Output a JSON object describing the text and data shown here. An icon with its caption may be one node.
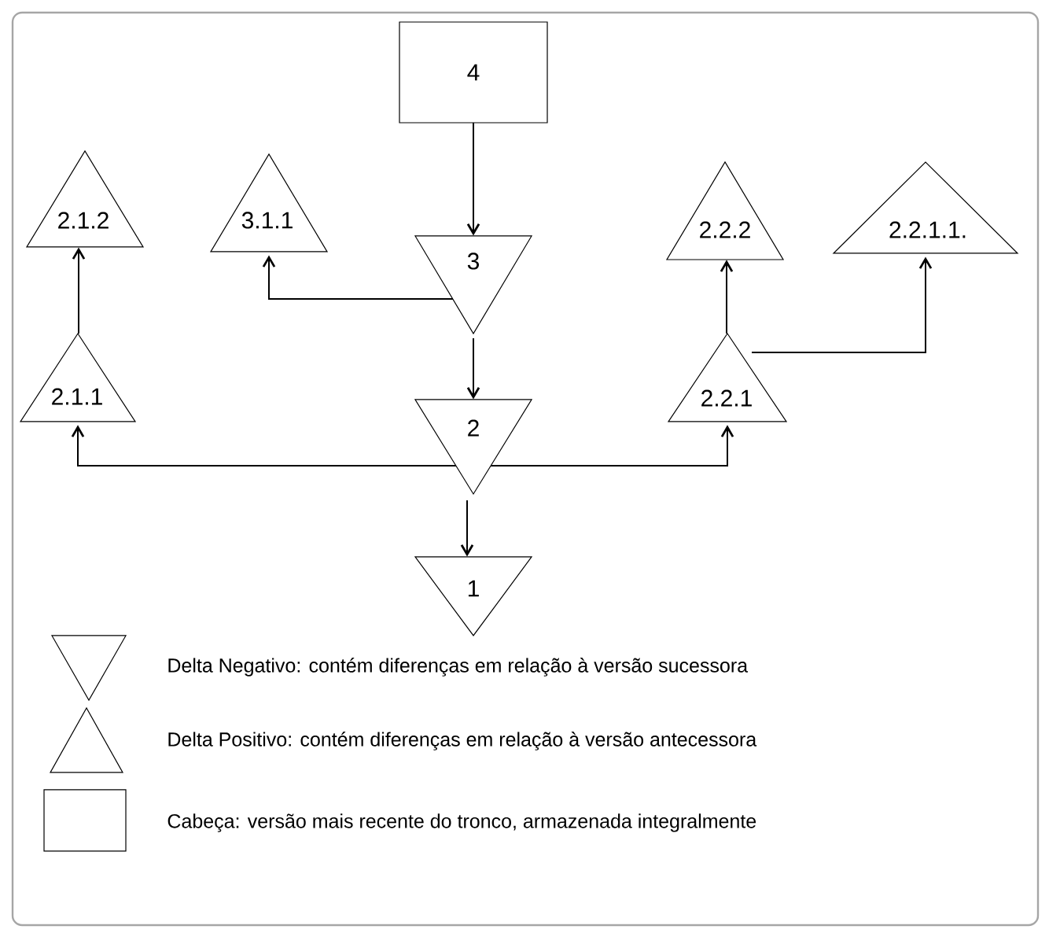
{
  "diagram": {
    "nodes": [
      {
        "text": [
          "4"
        ]
      },
      {
        "text": [
          "3"
        ]
      },
      {
        "text": [
          "2"
        ]
      },
      {
        "text": [
          "1"
        ]
      },
      {
        "text": [
          "3.1.1"
        ]
      },
      {
        "text": [
          "2.1.2"
        ]
      },
      {
        "text": [
          "2.1.1"
        ]
      },
      {
        "text": [
          "2.2.2"
        ]
      },
      {
        "text": [
          "2.2.1.1."
        ]
      },
      {
        "text": [
          "2.2.1"
        ]
      }
    ],
    "edges": [
      {
        "from": 0,
        "to": 1,
        "arrow": "to"
      },
      {
        "from": 1,
        "to": 2,
        "arrow": "to"
      },
      {
        "from": 2,
        "to": 3,
        "arrow": "to"
      },
      {
        "from": 1,
        "to": 4,
        "arrow": "to"
      },
      {
        "from": 2,
        "to": 6,
        "arrow": "to"
      },
      {
        "from": 2,
        "to": 9,
        "arrow": "to"
      },
      {
        "from": 6,
        "to": 5,
        "arrow": "to"
      },
      {
        "from": 9,
        "to": 7,
        "arrow": "to"
      },
      {
        "from": 9,
        "to": 8,
        "arrow": "to"
      }
    ],
    "legend": [
      {
        "text": "Delta Negativo: contém diferenças em relação à versão sucessora"
      },
      {
        "text": "Delta Positivo: contém diferenças em relação à versão antecessora"
      },
      {
        "text": "Cabeça: versão mais recente do tronco, armazenada integralmente"
      }
    ]
  }
}
